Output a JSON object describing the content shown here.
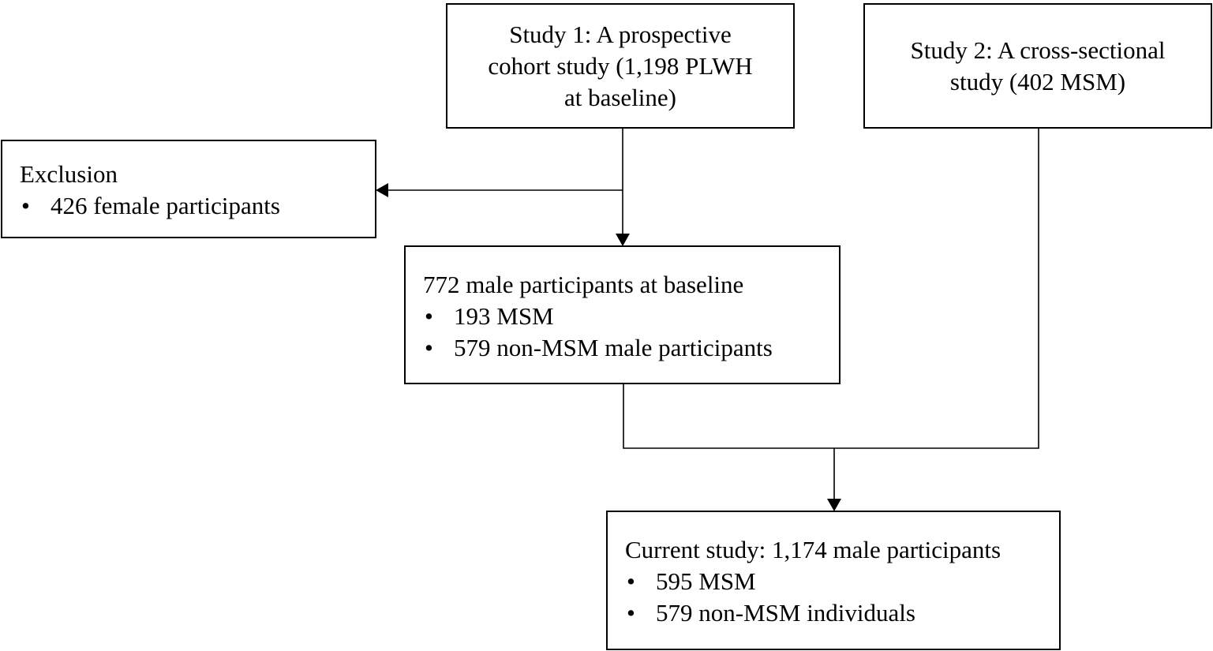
{
  "study1": {
    "lines": [
      "Study 1: A prospective",
      "cohort study (1,198 PLWH",
      "at baseline)"
    ]
  },
  "study2": {
    "lines": [
      "Study 2: A cross-sectional",
      "study (402 MSM)"
    ]
  },
  "exclusion": {
    "heading": "Exclusion",
    "bullets": [
      "426 female participants"
    ]
  },
  "male_baseline": {
    "heading": "772 male participants at baseline",
    "bullets": [
      "193 MSM",
      "579 non-MSM male participants"
    ]
  },
  "current_study": {
    "heading": "Current study: 1,174 male participants",
    "bullets": [
      "595 MSM",
      "579 non-MSM individuals"
    ]
  },
  "bullet_glyph": "•"
}
